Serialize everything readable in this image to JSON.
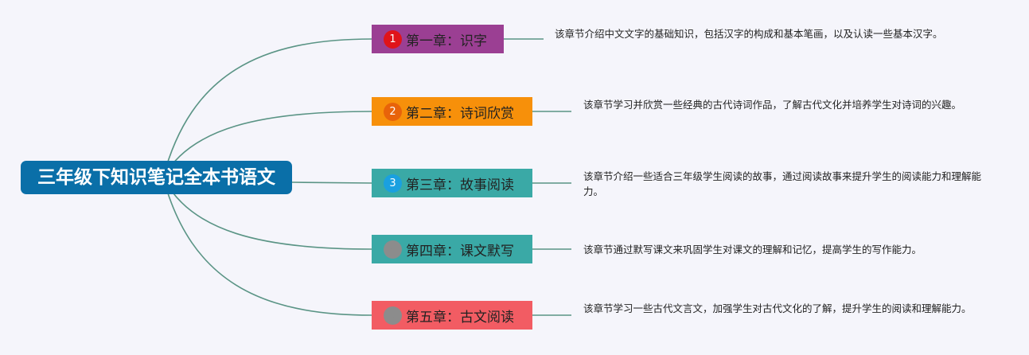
{
  "root": {
    "title": "三年级下知识笔记全本书语文",
    "color": "#0a6fa8"
  },
  "link_color": "#5a9485",
  "chapters": [
    {
      "number": "1",
      "title": "第一章：识字",
      "color": "#9b3f93",
      "badge_color": "#e0141a",
      "description": "该章节介绍中文文字的基础知识，包括汉字的构成和基本笔画，以及认读一些基本汉字。"
    },
    {
      "number": "2",
      "title": "第二章：诗词欣赏",
      "color": "#f7900a",
      "badge_color": "#e8630a",
      "description": "该章节学习并欣赏一些经典的古代诗词作品，了解古代文化并培养学生对诗词的兴趣。"
    },
    {
      "number": "3",
      "title": "第三章：故事阅读",
      "color": "#3aa9a6",
      "badge_color": "#1aa0e0",
      "description": "该章节介绍一些适合三年级学生阅读的故事，通过阅读故事来提升学生的阅读能力和理解能力。"
    },
    {
      "number": "4",
      "title": "第四章：课文默写",
      "color": "#3aa9a6",
      "badge_color": "#8c8c8c",
      "description": "该章节通过默写课文来巩固学生对课文的理解和记忆，提高学生的写作能力。"
    },
    {
      "number": "5",
      "title": "第五章：古文阅读",
      "color": "#f25c63",
      "badge_color": "#8c8c8c",
      "description": "该章节学习一些古代文言文，加强学生对古代文化的了解，提升学生的阅读和理解能力。"
    }
  ]
}
